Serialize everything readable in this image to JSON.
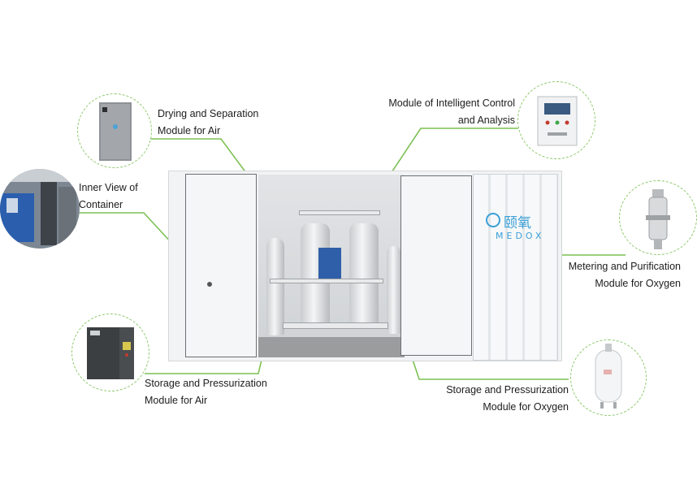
{
  "labels": {
    "drying": [
      "Drying and Separation",
      "Module for Air"
    ],
    "inner_view": [
      "Inner View of",
      "Container"
    ],
    "storage_air": [
      "Storage and Pressurization",
      "Module for Air"
    ],
    "intelligent": [
      "Module of Intelligent Control",
      "and Analysis"
    ],
    "metering": [
      "Metering and Purification",
      "Module for Oxygen"
    ],
    "storage_oxygen": [
      "Storage and Pressurization",
      "Module for Oxygen"
    ]
  },
  "brand": {
    "chinese": "颐氧",
    "latin": "MEDOX"
  },
  "colors": {
    "accent_green": "#7cc052",
    "dashed_circle": "#8dc86a",
    "brand_blue": "#3aa0d8"
  }
}
